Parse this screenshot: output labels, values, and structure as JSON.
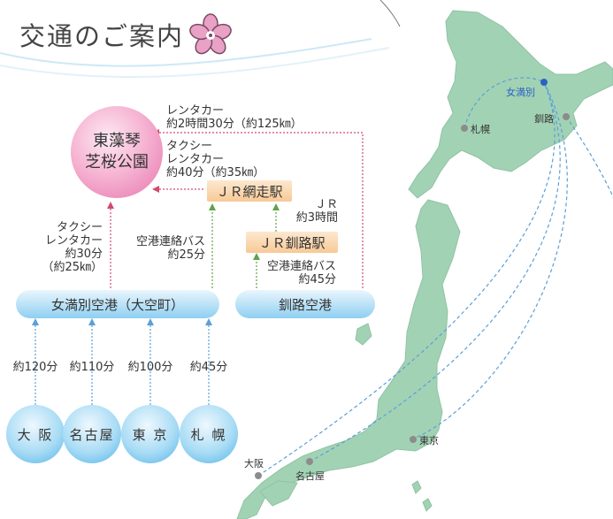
{
  "title": "交通のご案内",
  "destination": {
    "line1": "東藻琴",
    "line2": "芝桜公園"
  },
  "stations": {
    "abashiri": "ＪＲ網走駅",
    "kushiro": "ＪＲ釧路駅"
  },
  "airports": {
    "memanbetsu": "女満別空港（大空町）",
    "kushiro": "釧路空港"
  },
  "routes": {
    "kushiro_to_park": {
      "l1": "レンタカー",
      "l2": "約2時間30分（約125㎞）"
    },
    "abashiri_to_park": {
      "l1": "タクシー",
      "l2": "レンタカー",
      "l3": "約40分（約35㎞）"
    },
    "memanbetsu_to_park": {
      "l1": "タクシー",
      "l2": "レンタカー",
      "l3": "約30分",
      "l4": "（約25㎞）"
    },
    "memanbetsu_bus": {
      "l1": "空港連絡バス",
      "l2": "約25分"
    },
    "kushiro_jr": {
      "l1": "ＪＲ",
      "l2": "約3時間"
    },
    "kushiro_bus": {
      "l1": "空港連絡バス",
      "l2": "約45分"
    }
  },
  "flights": [
    {
      "city": "大 阪",
      "time": "約120分"
    },
    {
      "city": "名古屋",
      "time": "約110分"
    },
    {
      "city": "東 京",
      "time": "約100分"
    },
    {
      "city": "札 幌",
      "time": "約45分"
    }
  ],
  "map_labels": {
    "memanbetsu": "女満別",
    "sapporo": "札幌",
    "kushiro": "釧路",
    "tokyo": "東京",
    "osaka": "大阪",
    "nagoya": "名古屋"
  },
  "colors": {
    "land": "#a2d2b4",
    "land_stroke": "#8fc3a3",
    "route_blue": "#5b9fd8",
    "route_red": "#d24a6e",
    "route_green": "#5fa34c",
    "pink_circle": "#e774ad",
    "blue_circle": "#52b3e8"
  }
}
